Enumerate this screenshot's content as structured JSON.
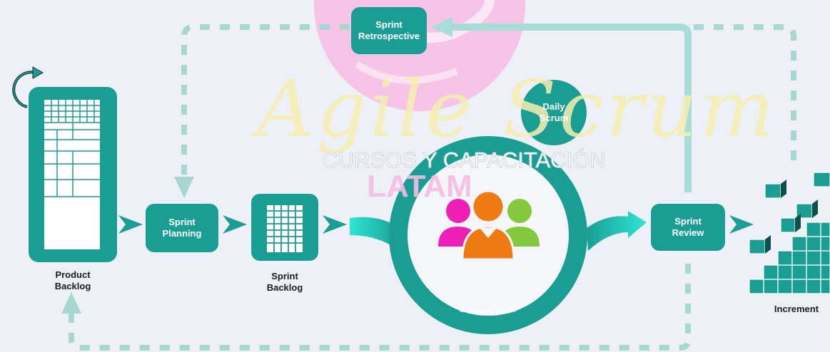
{
  "watermark": {
    "script_text": "Agile Scrum",
    "subtitle": "CURSOS Y CAPACITACIÓN",
    "brand": "LATAM"
  },
  "nodes": {
    "product_backlog": "Product\nBacklog",
    "sprint_planning": "Sprint\nPlanning",
    "sprint_backlog": "Sprint\nBacklog",
    "daily_scrum": "Daily\nScrum",
    "scrum_team": "1 Scrum Team",
    "sprint_review": "Sprint\nReview",
    "sprint_retrospective": "Sprint\nRetrospective",
    "increment": "Increment"
  },
  "colors": {
    "background": "#edf1f7",
    "teal": "#1a9e94",
    "teal_light": "#a8dcd6",
    "dashed": "#a8d6d0",
    "cyan_arrow": "#2ee6d3",
    "person_magenta": "#ee1fb5",
    "person_orange": "#ef7a12",
    "person_green": "#84c93c",
    "watermark_pink": "#f6bce3",
    "watermark_yellow": "#f6efb0"
  },
  "icons": [
    "refresh-arrow-icon",
    "backlog-grid-icon",
    "table-grid-icon",
    "team-people-icon",
    "increment-cubes-icon"
  ]
}
